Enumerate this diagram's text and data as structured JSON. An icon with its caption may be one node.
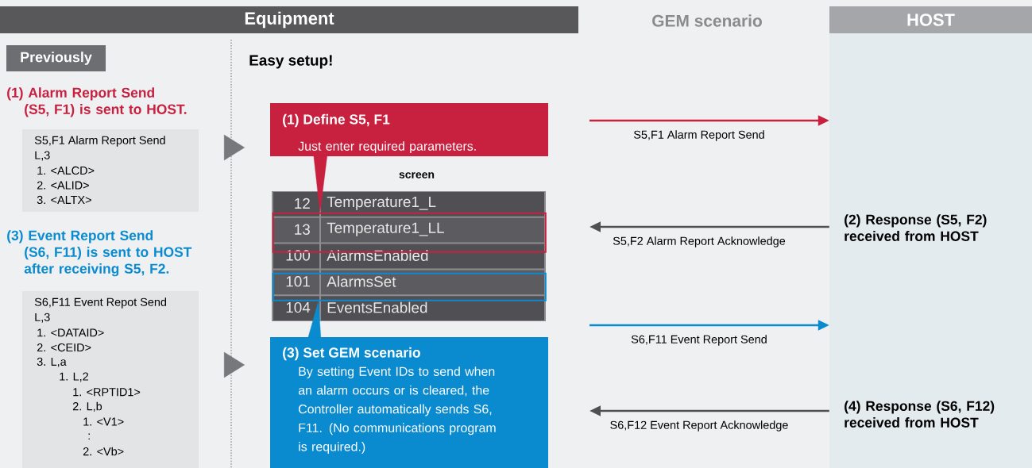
{
  "diagram": {
    "nodes": [
      {
        "text": [
          "Equipment"
        ]
      },
      {
        "text": [
          "HOST"
        ]
      },
      {
        "text": [
          "Previously"
        ]
      },
      {
        "text": [
          "(1) Alarm Report Send (S5, F1) is sent to HOST.",
          "S5,F1 Alarm Report Send",
          "L,3",
          "1. <ALCD>",
          "2. <ALID>",
          "3. <ALTX>"
        ]
      },
      {
        "text": [
          "(3) Event Report Send (S6, F11) is sent to HOST after receiving S5, F2.",
          "S6,F11 Event Repot Send",
          "L,3",
          "1. <DATAID>",
          "2. <CEID>",
          "3. L,a",
          "1. L,2",
          "1. <RPTID1>",
          "2. L,b",
          "1. <V1>",
          ":",
          "2. <Vb>"
        ]
      },
      {
        "text": [
          "(1) Define S5, F1",
          "Just enter required parameters."
        ]
      },
      {
        "text": [],
        "shape": "box"
      },
      {
        "text": [],
        "shape": "box",
        "in": 6
      },
      {
        "text": [],
        "shape": "box",
        "in": 6
      },
      {
        "text": [
          "(3) Set GEM scenario",
          "By setting Event IDs to send when an alarm occurs or is cleared, the Controller automatically sends S6, F11. (No communications program is required.)"
        ]
      },
      {
        "text": [
          "(2) Response (S5, F2) received from HOST",
          "(4) Response (S6, F12) received from HOST"
        ]
      }
    ],
    "edges": [
      {
        "from": 3,
        "to": 5,
        "arrow": "to",
        "color": "#77787b"
      },
      {
        "from": 4,
        "to": 9,
        "arrow": "to",
        "color": "#77787b"
      },
      {
        "from": 5,
        "to": 7,
        "arrow": "none",
        "color": "#c8203f"
      },
      {
        "from": 9,
        "to": 8,
        "arrow": "none",
        "color": "#0a8bd0"
      },
      {
        "from": null,
        "to": 10,
        "arrow": "to",
        "label": "S5,F1 Alarm Report Send",
        "color": "#c8203f"
      },
      {
        "from": 10,
        "to": null,
        "arrow": "to",
        "label": "S5,F2 Alarm Report Acknowledge",
        "color": "#505052"
      },
      {
        "from": null,
        "to": 10,
        "arrow": "to",
        "label": "S6,F11 Event Report Send",
        "color": "#0a8bd0"
      },
      {
        "from": 10,
        "to": null,
        "arrow": "to",
        "label": "S6,F12 Event Report Acknowledge",
        "color": "#505052"
      }
    ],
    "labels": [
      "GEM scenario",
      "Easy setup!",
      "screen",
      "12",
      "Temperature1_L",
      "13",
      "Temperature1_LL",
      "100",
      "AlarmsEnabled",
      "101",
      "AlarmsSet",
      "104",
      "EventsEnabled"
    ]
  }
}
